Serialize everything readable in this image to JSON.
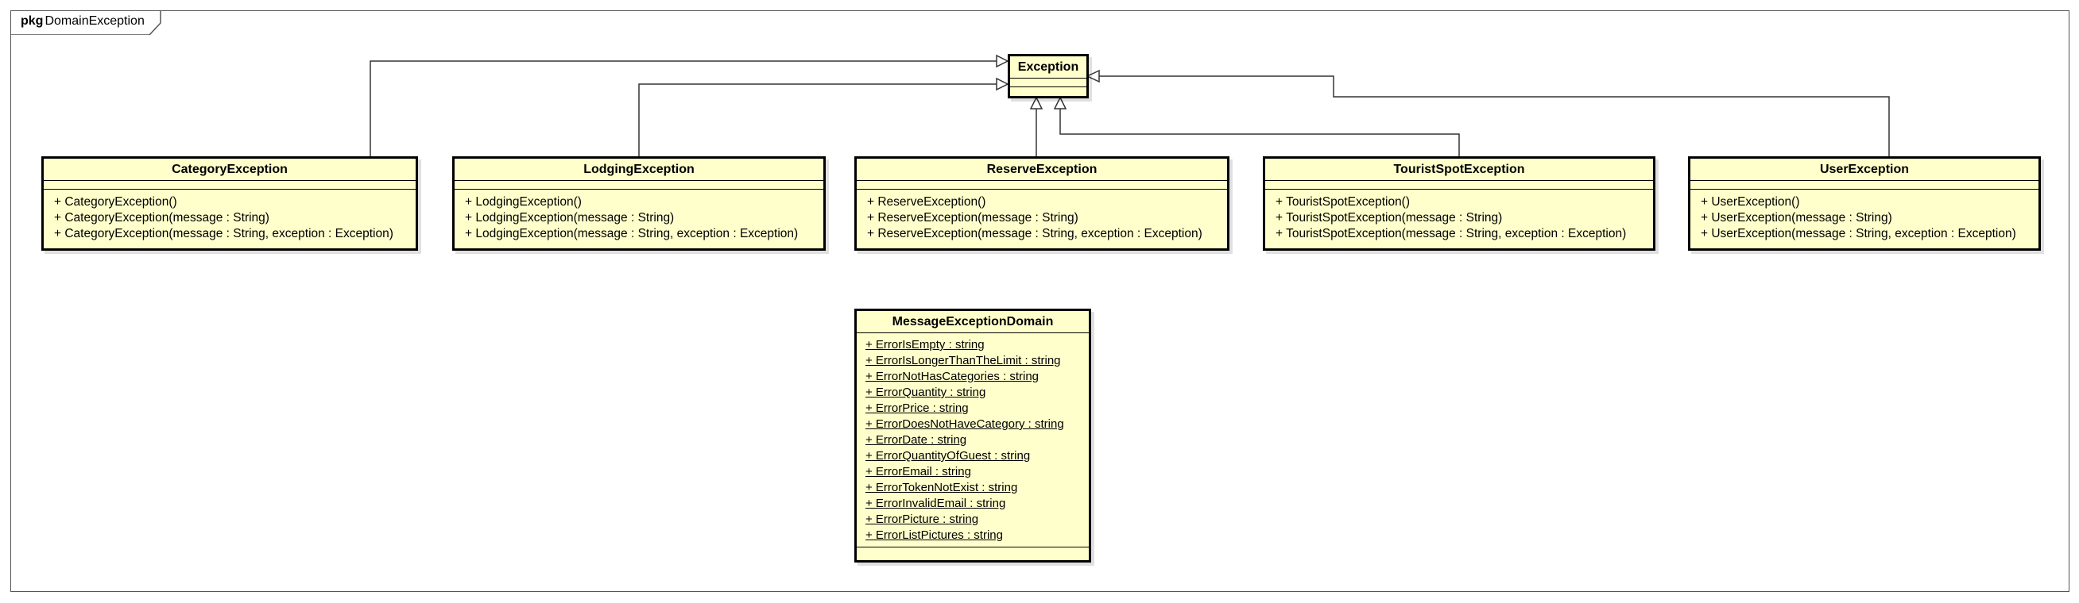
{
  "package": {
    "keyword": "pkg",
    "name": "DomainException"
  },
  "exception_class": {
    "name": "Exception"
  },
  "classes": [
    {
      "name": "CategoryException",
      "operations": [
        "+ CategoryException()",
        "+ CategoryException(message : String)",
        "+ CategoryException(message : String, exception : Exception)"
      ]
    },
    {
      "name": "LodgingException",
      "operations": [
        "+ LodgingException()",
        "+ LodgingException(message : String)",
        "+ LodgingException(message : String, exception : Exception)"
      ]
    },
    {
      "name": "ReserveException",
      "operations": [
        "+ ReserveException()",
        "+ ReserveException(message : String)",
        "+ ReserveException(message : String, exception : Exception)"
      ]
    },
    {
      "name": "TouristSpotException",
      "operations": [
        "+ TouristSpotException()",
        "+ TouristSpotException(message : String)",
        "+ TouristSpotException(message : String, exception : Exception)"
      ]
    },
    {
      "name": "UserException",
      "operations": [
        "+ UserException()",
        "+ UserException(message : String)",
        "+ UserException(message : String, exception : Exception)"
      ]
    }
  ],
  "message_class": {
    "name": "MessageExceptionDomain",
    "attributes": [
      "+ ErrorIsEmpty : string",
      "+ ErrorIsLongerThanTheLimit : string",
      "+ ErrorNotHasCategories : string",
      "+ ErrorQuantity : string",
      "+ ErrorPrice : string",
      "+ ErrorDoesNotHaveCategory : string",
      "+ ErrorDate : string",
      "+ ErrorQuantityOfGuest : string",
      "+ ErrorEmail : string",
      "+ ErrorTokenNotExist : string",
      "+ ErrorInvalidEmail : string",
      "+ ErrorPicture : string",
      "+ ErrorListPictures : string"
    ]
  },
  "relationships": [
    {
      "type": "generalization",
      "from": "CategoryException",
      "to": "Exception"
    },
    {
      "type": "generalization",
      "from": "LodgingException",
      "to": "Exception"
    },
    {
      "type": "generalization",
      "from": "ReserveException",
      "to": "Exception"
    },
    {
      "type": "generalization",
      "from": "TouristSpotException",
      "to": "Exception"
    },
    {
      "type": "generalization",
      "from": "UserException",
      "to": "Exception"
    }
  ],
  "colors": {
    "class_fill": "#ffffcc",
    "border": "#000000"
  }
}
